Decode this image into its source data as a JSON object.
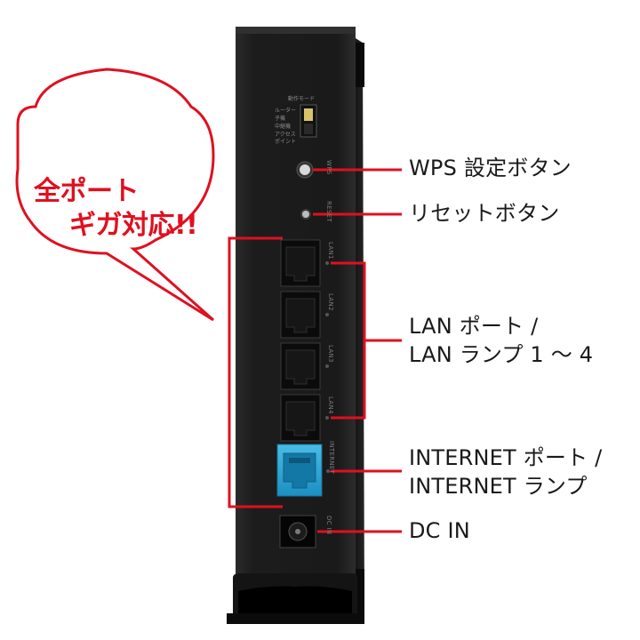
{
  "colors": {
    "callout_red": "#e0101f",
    "device_body": "#1f1f1f",
    "internet_port": "#2aa6d6"
  },
  "bubble": {
    "line1": "全ポート",
    "line2": "ギガ対応!!"
  },
  "callouts": {
    "wps": "WPS 設定ボタン",
    "reset": "リセットボタン",
    "lan_line1": "LAN ポート /",
    "lan_line2": "LAN ランプ 1 ～ 4",
    "internet_line1": "INTERNET ポート /",
    "internet_line2": "INTERNET ランプ",
    "dcin": "DC IN"
  },
  "device": {
    "mode_label": "動作モード",
    "mode_opt1": "ルーター",
    "mode_opt2": "子機",
    "mode_opt3": "中継機",
    "mode_opt4": "アクセス",
    "mode_opt5": "ポイント",
    "wps_text": "WPS",
    "reset_text": "RESET",
    "lan1": "LAN1",
    "lan2": "LAN2",
    "lan3": "LAN3",
    "lan4": "LAN4",
    "internet_text": "INTERNET",
    "dcin_text": "DC IN"
  }
}
